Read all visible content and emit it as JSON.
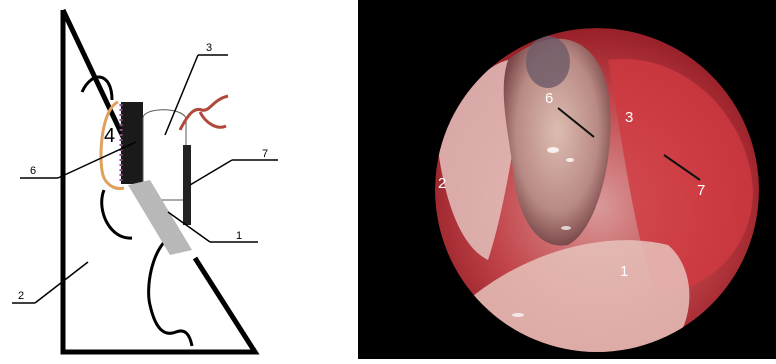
{
  "schematic": {
    "labels": {
      "l1": "1",
      "l2": "2",
      "l3": "3",
      "l4": "4",
      "l6": "6",
      "l7": "7"
    }
  },
  "photo": {
    "labels": {
      "l1": "1",
      "l2": "2",
      "l3": "3",
      "l6": "6",
      "l7": "7"
    }
  }
}
